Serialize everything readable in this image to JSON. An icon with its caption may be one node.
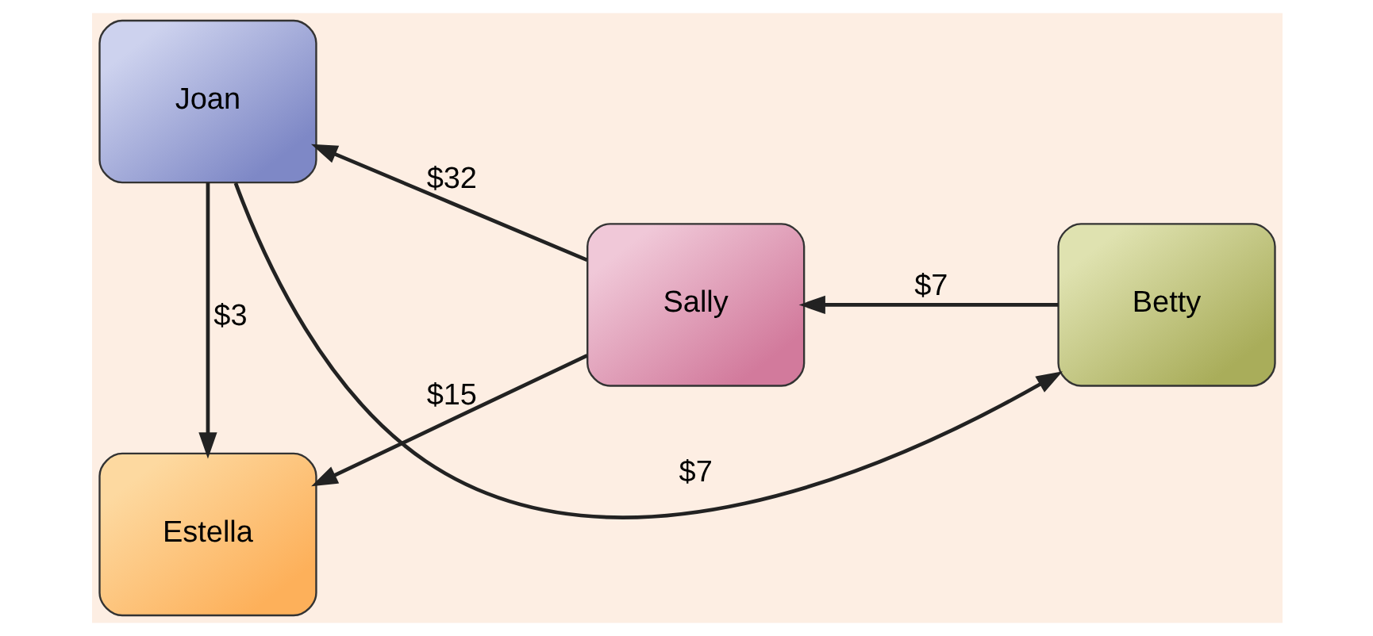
{
  "diagram": {
    "nodes": [
      {
        "text": [
          "Estella"
        ]
      },
      {
        "text": [
          "Sally"
        ]
      },
      {
        "text": [
          "Betty"
        ]
      },
      {
        "text": [
          "Joan"
        ]
      }
    ],
    "edges": [
      {
        "from": 1,
        "to": 0,
        "arrow": "to",
        "label": "$15"
      },
      {
        "from": 3,
        "to": 0,
        "arrow": "to",
        "label": "$3"
      },
      {
        "from": 1,
        "to": 3,
        "arrow": "to",
        "label": "$32"
      },
      {
        "from": 2,
        "to": 1,
        "arrow": "to",
        "label": "$7"
      },
      {
        "from": 3,
        "to": 2,
        "arrow": "to",
        "label": "$7"
      }
    ]
  }
}
